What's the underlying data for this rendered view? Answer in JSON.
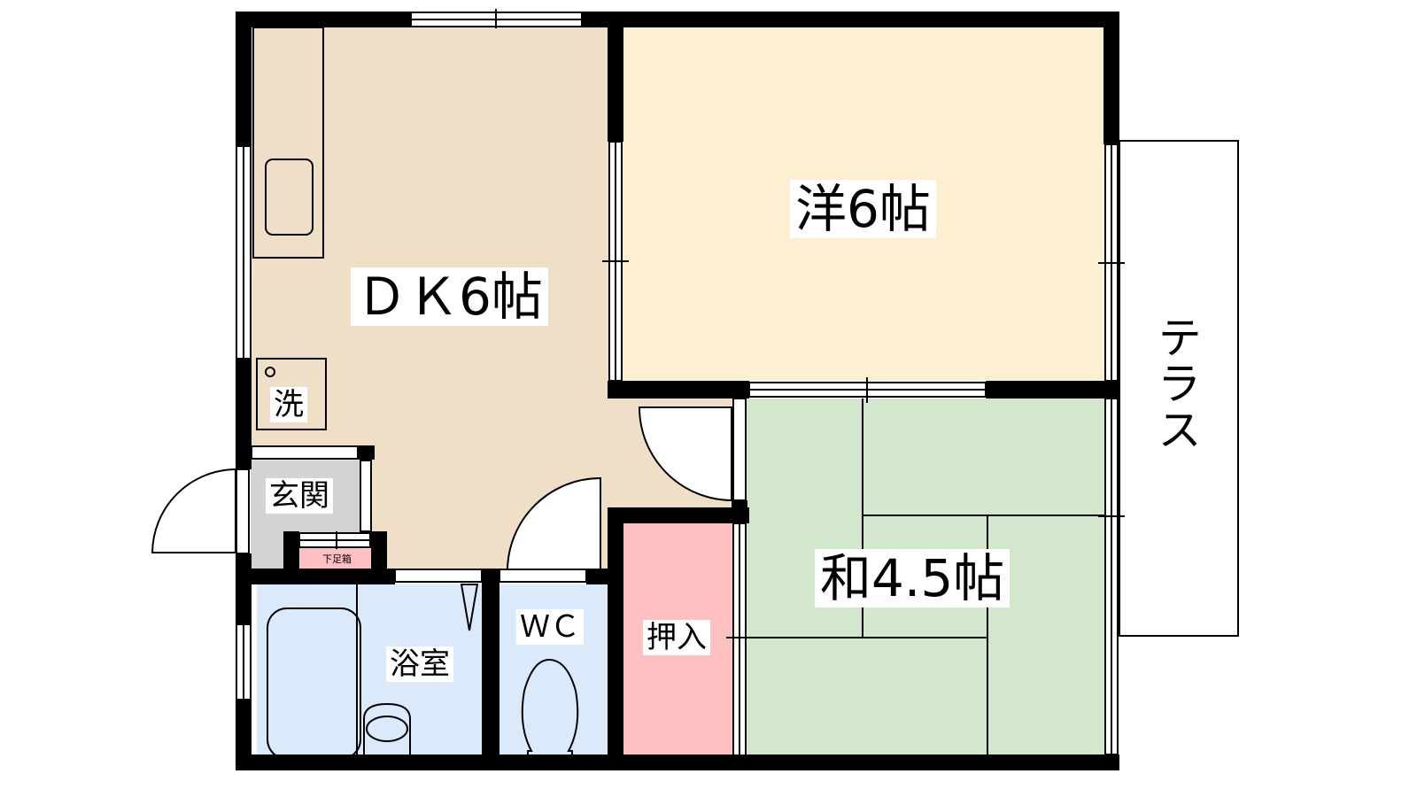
{
  "floor_plan": {
    "type": "apartment floor plan",
    "layout": "2DK",
    "colors": {
      "wall": "#000000",
      "dk": "#eedfc6",
      "western_room": "#fdf0d2",
      "japanese_room": "#d2e7cb",
      "bath_wc": "#dbeafb",
      "closet": "#fec0c0",
      "entrance": "#d3d3d3",
      "shoe_box": "#fec0c0",
      "terrace": "#ffffff"
    },
    "rooms": {
      "dk": {
        "label": "ＤＫ6帖"
      },
      "western": {
        "label": "洋6帖"
      },
      "japanese": {
        "label": "和4.5帖"
      },
      "bathroom": {
        "label": "浴室"
      },
      "wc": {
        "label": "ＷＣ"
      },
      "closet": {
        "label": "押入"
      },
      "entrance": {
        "label": "玄関"
      },
      "laundry": {
        "label": "洗"
      },
      "shoe_box": {
        "label": "下足箱"
      },
      "terrace": {
        "label": "テラス"
      }
    }
  }
}
